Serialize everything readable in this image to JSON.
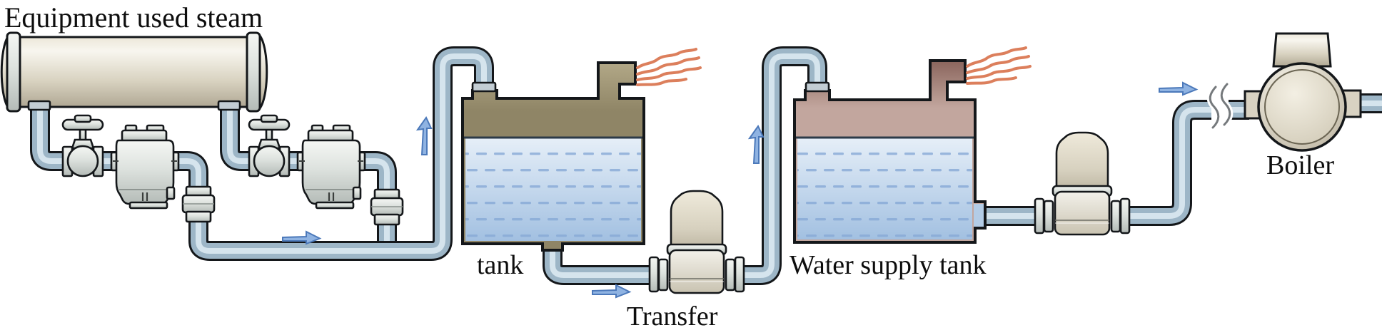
{
  "diagram": {
    "title": "Equipment used steam",
    "labels": {
      "equipment_vessel": "Equipment used steam",
      "condensate_tank": "tank",
      "transfer_pump": "Transfer",
      "water_supply_tank": "Water supply tank",
      "boiler": "Boiler"
    },
    "flow_arrows": [
      {
        "id": "condensate-line",
        "direction": "right"
      },
      {
        "id": "riser-to-tank",
        "direction": "up"
      },
      {
        "id": "tank-to-transfer-pump",
        "direction": "right"
      },
      {
        "id": "riser-to-water-supply-tank",
        "direction": "up"
      },
      {
        "id": "feedwater-to-boiler",
        "direction": "right"
      }
    ],
    "icons": [
      "steam-vent-icon",
      "steam-vent-icon",
      "pipe-break-icon"
    ],
    "colors": {
      "pipe": "#9db6c7",
      "pipe_highlight": "#dce9f1",
      "water": "#a2c0e1",
      "water_dash": "#87a9d6",
      "condensate_tank_top": "#a89d7c",
      "water_supply_tank_top": "#8a665e",
      "steam_vent": "#dc7f5c",
      "arrow_fill": "#8fb3e2",
      "arrow_stroke": "#4c79ba",
      "equipment_metal": "#d8d2c2",
      "outline": "#14171a"
    }
  }
}
